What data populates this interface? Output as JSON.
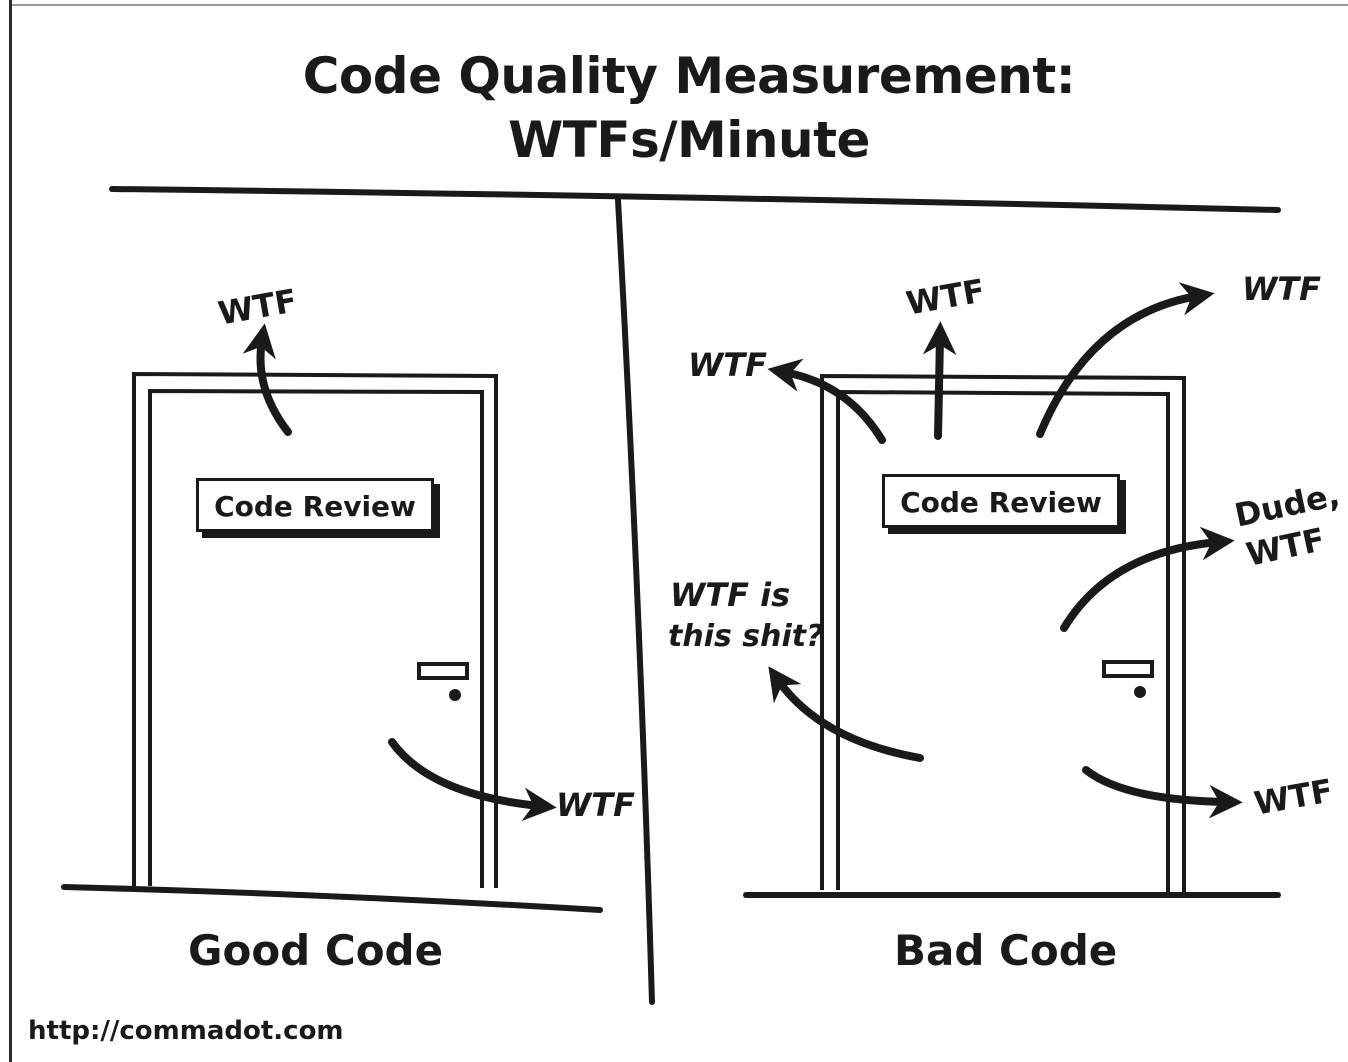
{
  "title": {
    "line1": "Code Quality Measurement:",
    "line2": "WTFs/Minute"
  },
  "left_panel": {
    "sign_text": "Code Review",
    "caption": "Good Code",
    "exclamations": [
      "WTF",
      "WTF"
    ]
  },
  "right_panel": {
    "sign_text": "Code Review",
    "caption": "Bad Code",
    "exclamations": [
      "WTF",
      "WTF",
      "WTF",
      "Dude,",
      "WTF",
      "WTF is",
      "this shit?",
      "WTF"
    ]
  },
  "footer": {
    "url": "http://commadot.com"
  }
}
